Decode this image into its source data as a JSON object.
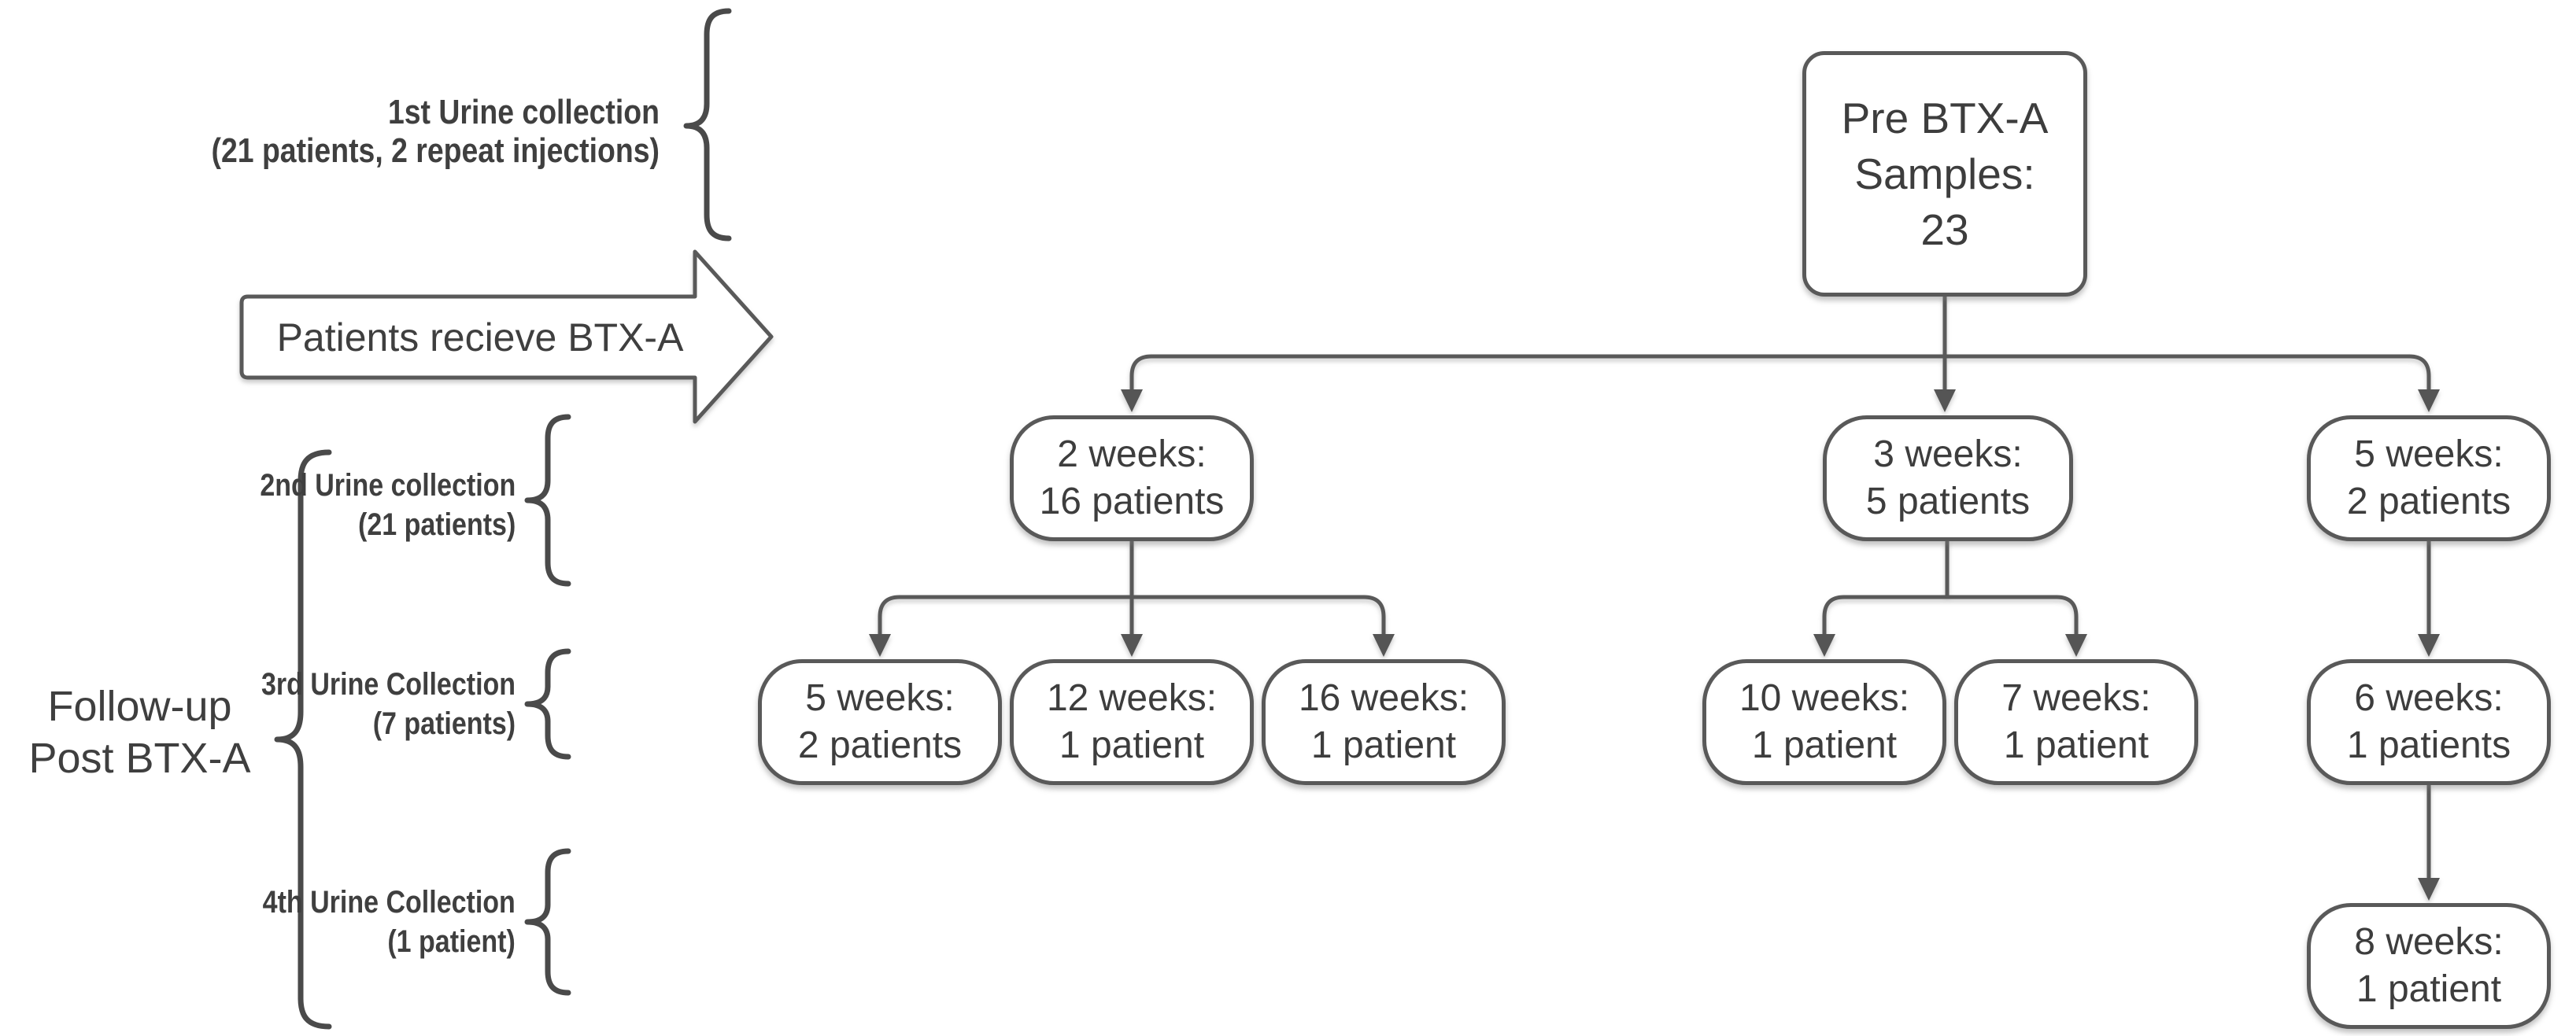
{
  "colors": {
    "line_stroke": "#595959",
    "brace_stroke": "#4a4a4a",
    "text": "#3d3d3d",
    "background": "#ffffff"
  },
  "left_panel": {
    "collection_1": "1st Urine collection\n(21 patients, 2 repeat injections)",
    "arrow_label": "Patients recieve BTX-A",
    "collection_2": "2nd Urine collection\n(21 patients)",
    "followup": "Follow-up\nPost BTX-A",
    "collection_3": "3rd Urine Collection\n(7 patients)",
    "collection_4": "4th Urine Collection\n(1 patient)"
  },
  "tree": {
    "root": "Pre BTX-A\nSamples:\n23",
    "branch_2w": "2 weeks:\n16 patients",
    "branch_3w": "3 weeks:\n5 patients",
    "branch_5w": "5 weeks:\n2 patients",
    "children_2w": [
      "5 weeks:\n2 patients",
      "12 weeks:\n1 patient",
      "16 weeks:\n1 patient"
    ],
    "children_3w": [
      "10 weeks:\n1 patient",
      "7 weeks:\n1 patient"
    ],
    "chain_5w": [
      "6 weeks:\n1 patients",
      "8 weeks:\n1 patient"
    ]
  }
}
